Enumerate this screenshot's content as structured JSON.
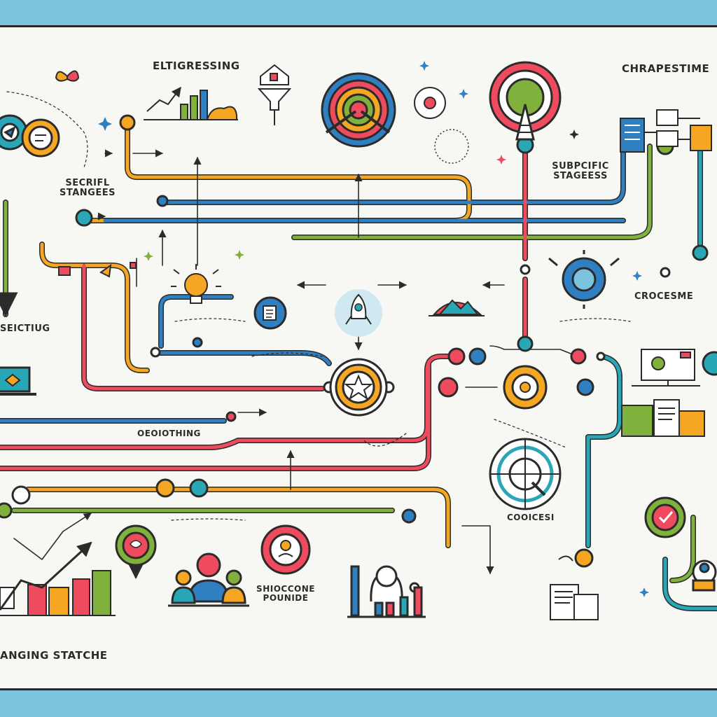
{
  "labels": {
    "top_left_heading": "ELTIGRESSING",
    "top_right_heading": "CHRAPESTIME",
    "left_heading_line1": "SECRIFL",
    "left_heading_line2": "STANGEES",
    "right_heading_line1": "SUBPCIFIC",
    "right_heading_line2": "STAGEESS",
    "left_edge_label": "SEICTIUG",
    "right_mid_heading": "CROCESME",
    "center_left_label": "OEOIOTHING",
    "center_bottom_label": "COOICESI",
    "bottom_center_heading_line1": "SHIOCCONE",
    "bottom_center_heading_line2": "POUNIDE",
    "bottom_left_heading": "ANGING STATCHE"
  },
  "colors": {
    "orange": "#f5a623",
    "red": "#ef4b5f",
    "blue": "#2f7fc1",
    "green": "#7fb13c",
    "teal": "#2aa7b7",
    "ink": "#2b2b2b",
    "paper": "#f7f8f3",
    "frame": "#7cc4de"
  },
  "icons": [
    "butterfly-icon",
    "rising-bar-chart-icon",
    "house-funnel-icon",
    "target-icon",
    "red-dot-badge-icon",
    "bullseye-tower-icon",
    "flowchart-mini-icon",
    "lightbulb-icon",
    "document-icon",
    "rocket-icon",
    "mountain-icon",
    "camera-lens-icon",
    "star-icon",
    "gear-icon",
    "radar-icon",
    "laptop-icon",
    "checkmark-icon",
    "people-group-icon",
    "person-bust-icon",
    "certificate-icon",
    "growth-chart-icon"
  ]
}
